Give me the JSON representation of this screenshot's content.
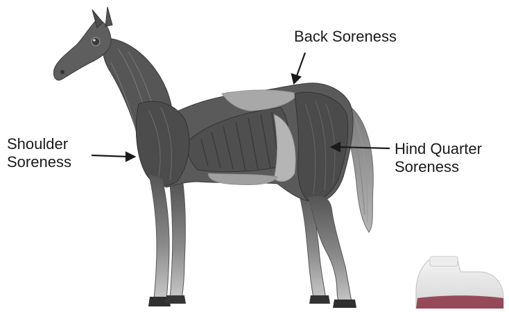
{
  "labels": {
    "back": "Back Soreness",
    "shoulder_line1": "Shoulder",
    "shoulder_line2": "Soreness",
    "hind_line1": "Hind Quarter",
    "hind_line2": "Soreness"
  },
  "colors": {
    "muscle_dark": "#4a4a4a",
    "muscle_mid": "#6e6e6e",
    "muscle_light": "#a9a9a9",
    "tendon_pale": "#c8c8c8",
    "hoof": "#2f2f2f",
    "jug_cap": "#e9e9e9",
    "jug_liquid": "#8e3a4a"
  }
}
